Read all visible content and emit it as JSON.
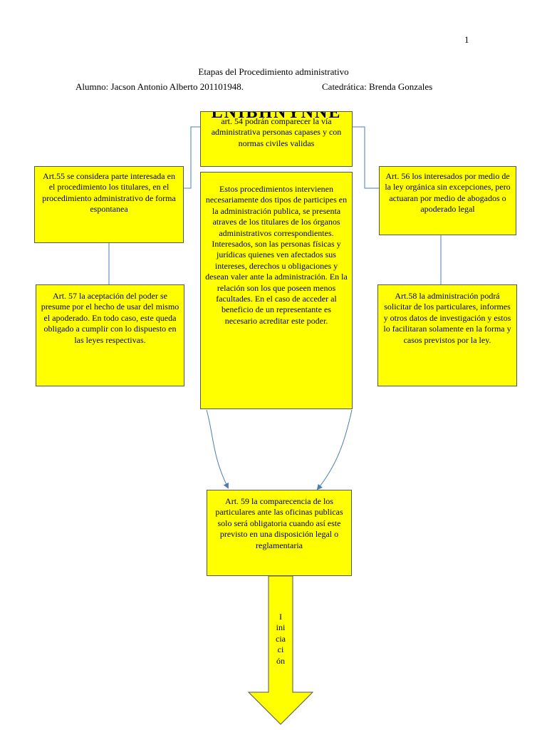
{
  "header": {
    "page_number": "1",
    "title": "Etapas del Procedimiento administrativo",
    "student": "Alumno: Jacson Antonio Alberto 201101948.",
    "teacher": "Catedrática: Brenda Gonzales"
  },
  "boxes": {
    "top_garble": "LNIBHNYNNE",
    "art54": "art. 54 podrán comparecer la vía administrativa personas capases y con normas civiles validas",
    "art55": "Art.55 se considera parte interesada en el procedimiento los titulares, en el procedimiento administrativo de forma espontanea",
    "center": "Estos procedimientos intervienen necesariamente dos tipos de participes en la administración publica, se presenta atraves de los titulares de los órganos administrativos correspondientes. Interesados, son las personas físicas y jurídicas quienes ven afectados sus intereses, derechos u obligaciones y desean valer ante la administración. En la relación son los que poseen menos facultades. En el caso de acceder al beneficio de un representante es necesario acreditar este poder.",
    "art56": "Art. 56 los interesados por medio de la ley orgánica sin excepciones, pero actuaran por medio de abogados o apoderado legal",
    "art57": "Art. 57 la aceptación del poder se presume por el hecho de usar del mismo el apoderado. En todo caso, este queda obligado a cumplir con lo dispuesto en las leyes respectivas.",
    "art58": "Art.58 la administración podrá solicitar de los particulares, informes y otros datos de investigación y estos lo facilitaran solamente en la forma y casos previstos por la ley.",
    "art59": "Art. 59 la comparecencia de los particulares ante las oficinas publicas solo será obligatoria cuando así este previsto en una disposición legal o reglamentaria"
  },
  "arrow_label": [
    "I",
    "ini",
    "cia",
    "ci",
    "ón"
  ],
  "colors": {
    "box_fill": "#ffff00",
    "connector": "#4a7ebb"
  }
}
